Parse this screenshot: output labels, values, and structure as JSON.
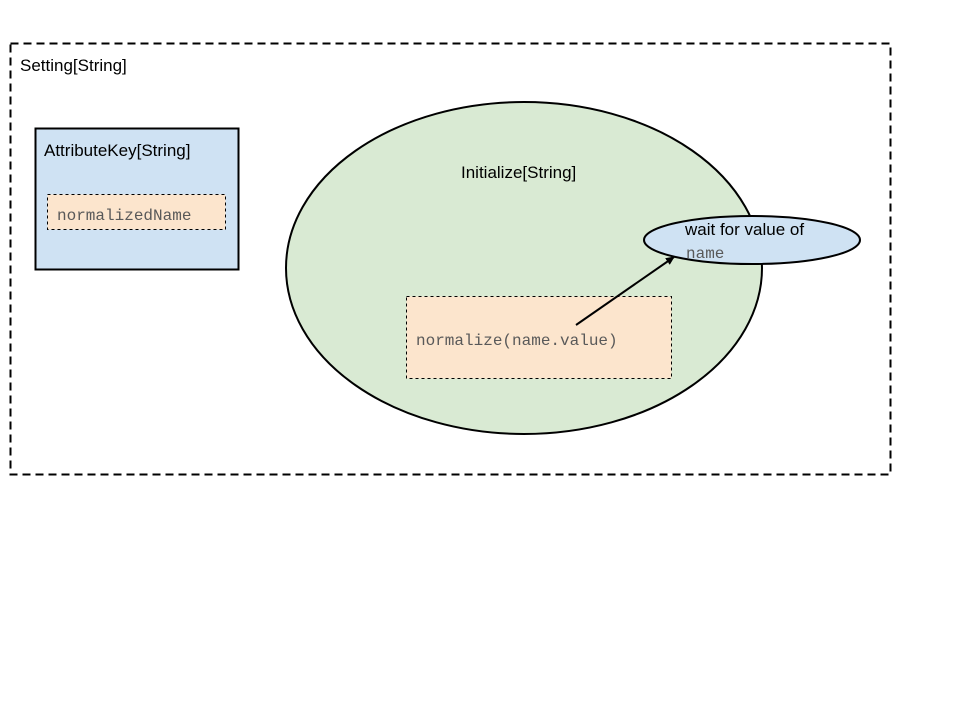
{
  "setting": {
    "label": "Setting[String]"
  },
  "attribute_key": {
    "label": "AttributeKey[String]",
    "code": "normalizedName"
  },
  "initialize": {
    "label": "Initialize[String]",
    "code": "normalize(name.value)"
  },
  "wait": {
    "label": "wait for value of",
    "code": "name"
  },
  "colors": {
    "dashed_border": "#000000",
    "attribute_fill": "#cfe2f3",
    "initialize_fill": "#d9ead3",
    "code_fill": "#fce5cd",
    "code_text": "#595959",
    "wait_fill": "#cfe2f3"
  }
}
